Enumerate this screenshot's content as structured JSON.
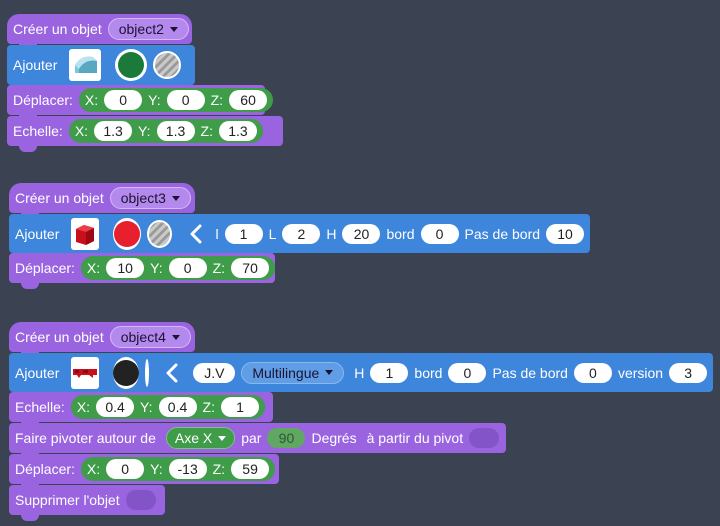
{
  "groups": [
    {
      "create": {
        "label": "Créer un objet",
        "object": "object2"
      },
      "add": {
        "label": "Ajouter",
        "color": "#1b7a3a",
        "shape": "curved-roof-shape"
      },
      "move": {
        "label": "Déplacer:",
        "x_label": "X:",
        "x": "0",
        "y_label": "Y:",
        "y": "0",
        "z_label": "Z:",
        "z": "60"
      },
      "scale": {
        "label": "Echelle:",
        "x_label": "X:",
        "x": "1.3",
        "y_label": "Y:",
        "y": "1.3",
        "z_label": "Z:",
        "z": "1.3"
      }
    },
    {
      "create": {
        "label": "Créer un objet",
        "object": "object3"
      },
      "add": {
        "label": "Ajouter",
        "color": "#e8202e",
        "shape": "red-cube-shape",
        "params": {
          "l_label": "l",
          "l": "1",
          "L_label": "L",
          "L": "2",
          "h_label": "H",
          "h": "20",
          "bord_label": "bord",
          "bord": "0",
          "pas_label": "Pas de bord",
          "pas": "10"
        }
      },
      "move": {
        "label": "Déplacer:",
        "x_label": "X:",
        "x": "10",
        "y_label": "Y:",
        "y": "0",
        "z_label": "Z:",
        "z": "70"
      }
    },
    {
      "create": {
        "label": "Créer un objet",
        "object": "object4"
      },
      "add": {
        "label": "Ajouter",
        "color": "#222222",
        "shape": "red-text-shape",
        "params": {
          "text": "J.V",
          "font": "Multilingue",
          "h_label": "H",
          "h": "1",
          "bord_label": "bord",
          "bord": "0",
          "pas_label": "Pas de bord",
          "pas": "0",
          "version_label": "version",
          "version": "3"
        }
      },
      "scale": {
        "label": "Echelle:",
        "x_label": "X:",
        "x": "0.4",
        "y_label": "Y:",
        "y": "0.4",
        "z_label": "Z:",
        "z": "1"
      },
      "rotate": {
        "label": "Faire pivoter autour de",
        "axis": "Axe X",
        "by_label": "par",
        "angle": "90",
        "deg_label": "Degrés",
        "pivot_label": "à partir du pivot"
      },
      "move": {
        "label": "Déplacer:",
        "x_label": "X:",
        "x": "0",
        "y_label": "Y:",
        "y": "-13",
        "z_label": "Z:",
        "z": "59"
      },
      "delete": {
        "label": "Supprimer l'objet"
      }
    }
  ],
  "colors": {
    "block_purple": "#9a63e0",
    "block_blue": "#3d86dc",
    "input_green": "#3f9c48",
    "background": "#3b4252"
  }
}
